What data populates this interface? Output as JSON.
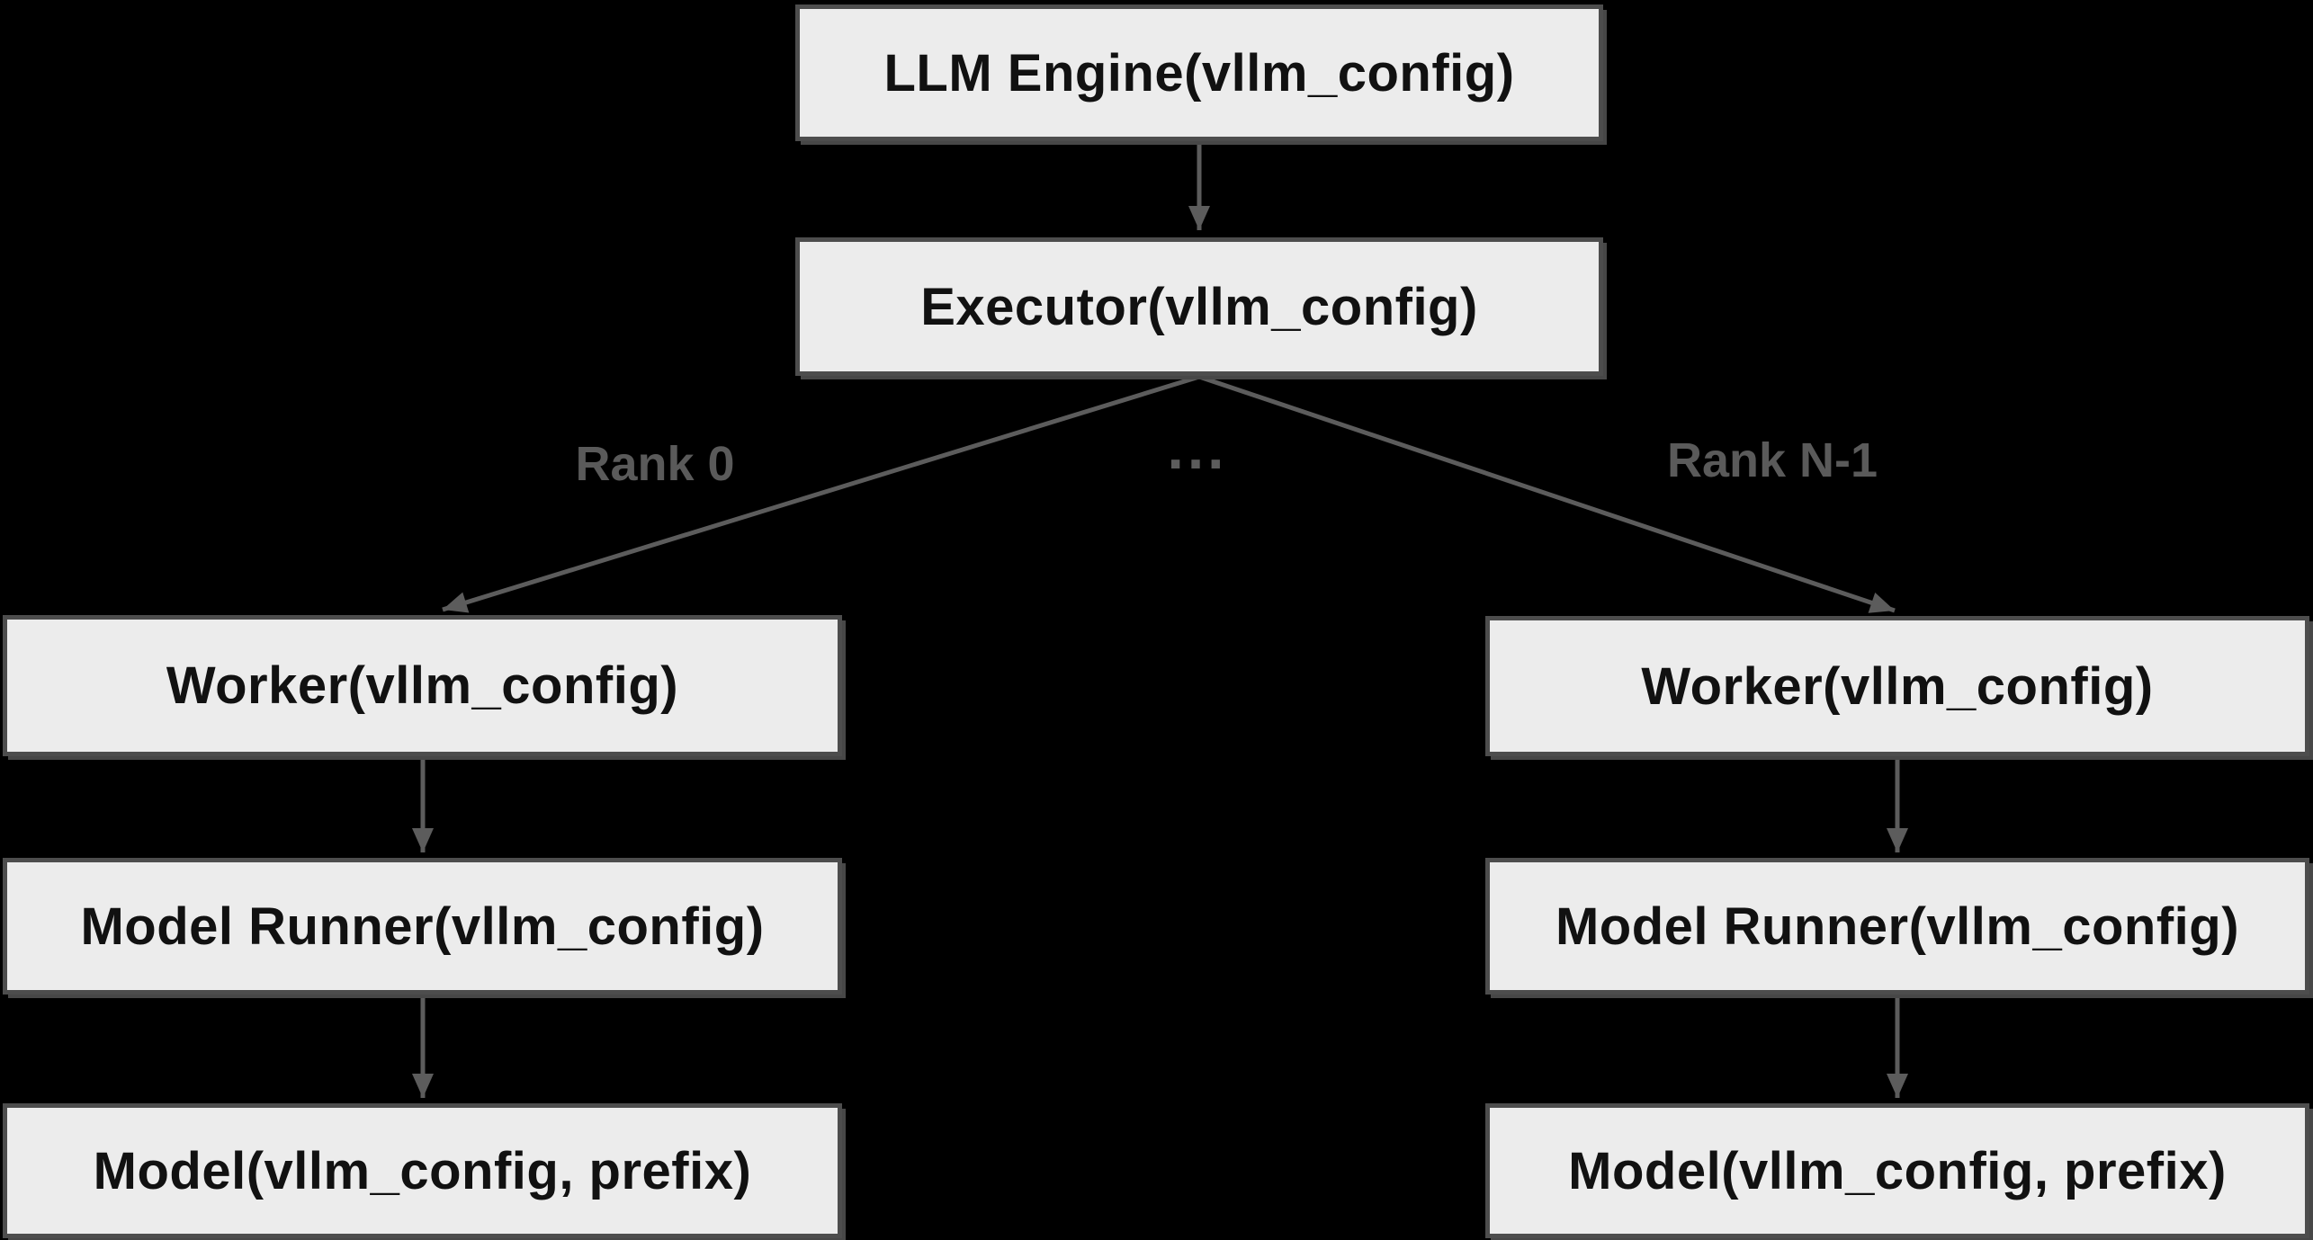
{
  "theme": {
    "background": "#000000",
    "box_fill": "#ececec",
    "box_border": "#4d4d4d",
    "box_text": "#111111",
    "arrow_color": "#5c5c5c",
    "edge_label_color": "#5a5a5a"
  },
  "nodes": {
    "engine": {
      "label": "LLM Engine(vllm_config)"
    },
    "executor": {
      "label": "Executor(vllm_config)"
    },
    "worker_left": {
      "label": "Worker(vllm_config)"
    },
    "model_runner_left": {
      "label": "Model Runner(vllm_config)"
    },
    "model_left": {
      "label": "Model(vllm_config, prefix)"
    },
    "worker_right": {
      "label": "Worker(vllm_config)"
    },
    "model_runner_right": {
      "label": "Model Runner(vllm_config)"
    },
    "model_right": {
      "label": "Model(vllm_config, prefix)"
    }
  },
  "edge_labels": {
    "rank_0": "Rank 0",
    "ellipsis": "...",
    "rank_n_1": "Rank N-1"
  }
}
